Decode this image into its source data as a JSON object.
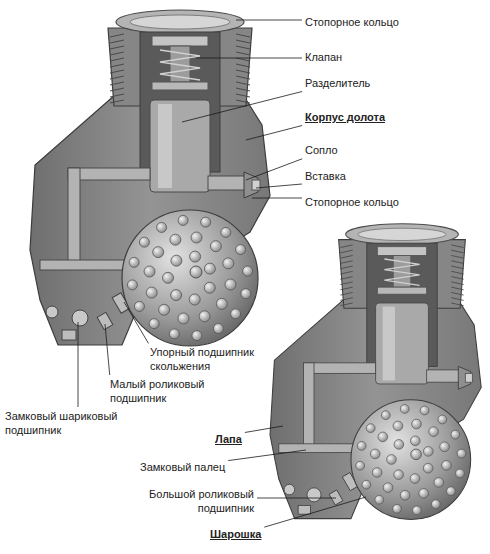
{
  "diagram": {
    "labels": [
      "Стопорное кольцо",
      "Клапан",
      "Разделитель",
      "Корпус долота",
      "Сопло",
      "Вставка",
      "Стопорное кольцо",
      "Упорный подшипник скольжения",
      "Малый роликовый подшипник",
      "Замковый шариковый подшипник",
      "Лапа",
      "Замковый палец",
      "Большой роликовый подшипник",
      "Шарошка"
    ]
  }
}
